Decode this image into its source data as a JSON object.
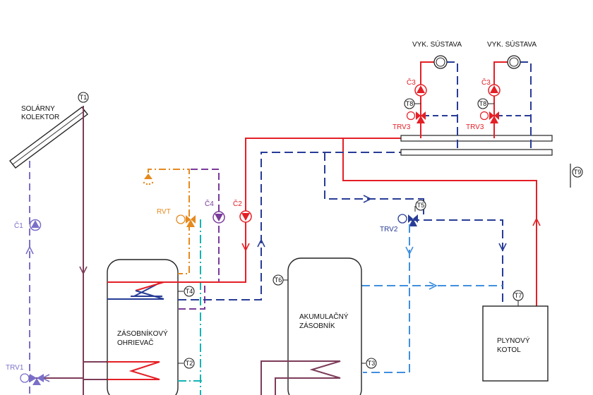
{
  "colors": {
    "red": "#e41f26",
    "navy": "#283c96",
    "purple": "#7a3b9a",
    "lavender": "#7a6fc8",
    "maroon": "#7d3c5a",
    "orange": "#e58a1f",
    "cyan": "#17b3b3",
    "lightblue": "#3f8fe0",
    "black": "#222222"
  },
  "labels": {
    "collector": [
      "SOLÁRNY",
      "KOLEKTOR"
    ],
    "vyk1": "VYK. SÚSTAVA",
    "vyk2": "VYK. SÚSTAVA",
    "c1": "Č1",
    "c2": "Č2",
    "c3a": "Č3",
    "c3b": "Č3",
    "c4": "Č4",
    "rvt": "RVT",
    "trv1": "TRV1",
    "trv2": "TRV2",
    "trv3a": "TRV3",
    "trv3b": "TRV3",
    "storage_heater": [
      "ZÁSOBNÍKOVÝ",
      "OHRIEVAČ"
    ],
    "accumulation_tank": [
      "AKUMULAČNÝ",
      "ZÁSOBNÍK"
    ],
    "gas_boiler": [
      "PLYNOVÝ",
      "KOTOL"
    ]
  },
  "sensors": {
    "t1": "T1",
    "t2": "T2",
    "t3": "T3",
    "t4": "T4",
    "t5": "T5",
    "t6": "T6",
    "t7": "T7",
    "t8a": "T8",
    "t8b": "T8",
    "t9": "T9"
  }
}
